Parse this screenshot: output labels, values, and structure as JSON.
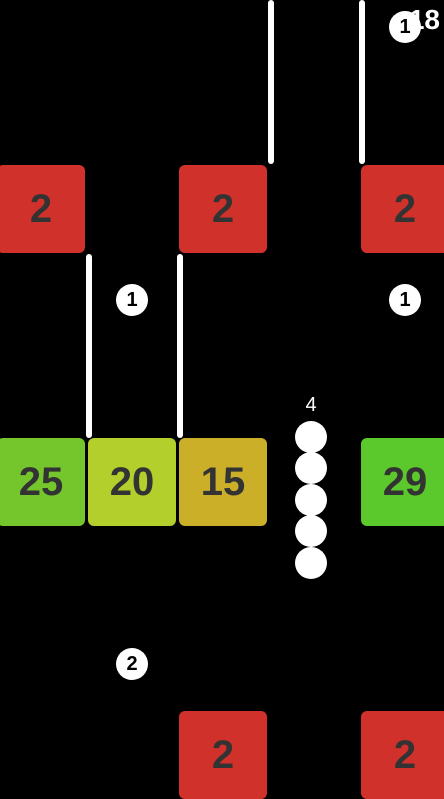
{
  "hud": {
    "score": "18"
  },
  "snake": {
    "length": "4"
  },
  "pickups": [
    {
      "value": "1"
    },
    {
      "value": "1"
    },
    {
      "value": "1"
    },
    {
      "value": "2"
    }
  ],
  "blocks": {
    "row1": [
      "2",
      "2",
      "2"
    ],
    "row2": [
      "25",
      "20",
      "15",
      "29"
    ],
    "row3": [
      "2",
      "2"
    ]
  },
  "colors": {
    "block_value_2": "#d0312b",
    "block_value_25": "#74c62c",
    "block_value_20": "#b2cf2c",
    "block_value_15": "#ccaf29",
    "block_value_29": "#5bc92b",
    "wall": "#ffffff",
    "background": "#000000"
  }
}
